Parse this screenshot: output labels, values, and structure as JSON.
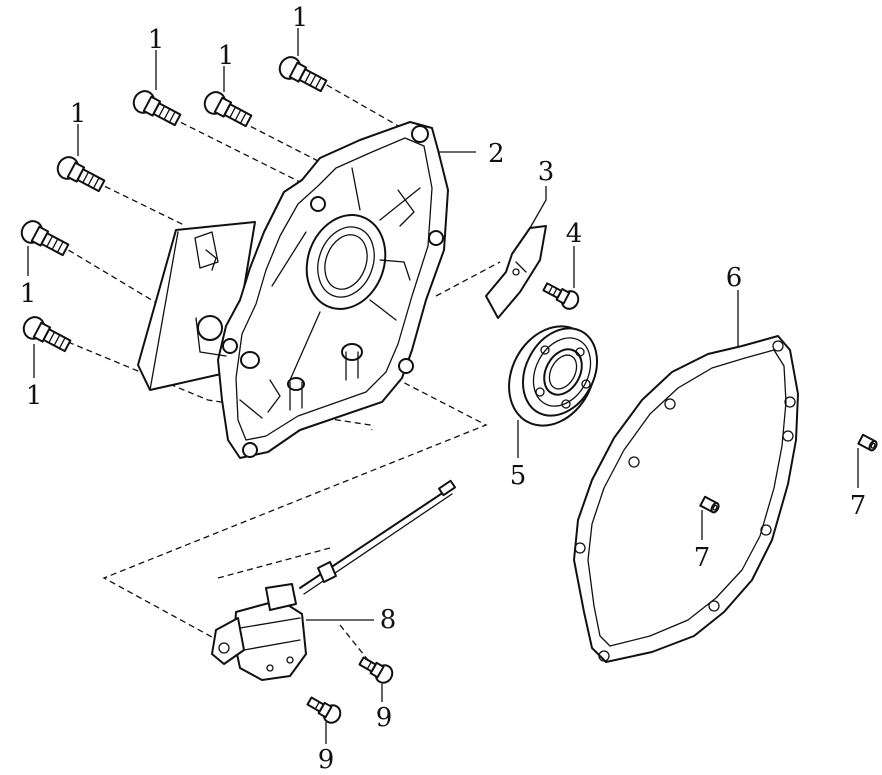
{
  "diagram": {
    "type": "exploded-parts-view",
    "callouts": [
      {
        "id": "c1a",
        "label": "1"
      },
      {
        "id": "c1b",
        "label": "1"
      },
      {
        "id": "c1c",
        "label": "1"
      },
      {
        "id": "c1d",
        "label": "1"
      },
      {
        "id": "c1e",
        "label": "1"
      },
      {
        "id": "c1f",
        "label": "1"
      },
      {
        "id": "c2",
        "label": "2"
      },
      {
        "id": "c3",
        "label": "3"
      },
      {
        "id": "c4",
        "label": "4"
      },
      {
        "id": "c5",
        "label": "5"
      },
      {
        "id": "c6",
        "label": "6"
      },
      {
        "id": "c7a",
        "label": "7"
      },
      {
        "id": "c7b",
        "label": "7"
      },
      {
        "id": "c8",
        "label": "8"
      },
      {
        "id": "c9a",
        "label": "9"
      },
      {
        "id": "c9b",
        "label": "9"
      }
    ],
    "parts": [
      {
        "name": "flange-bolt",
        "icon": "bolt-icon"
      },
      {
        "name": "crankcase-cover",
        "icon": "crankcase-cover-icon"
      },
      {
        "name": "oil-guide-plate",
        "icon": "plate-icon"
      },
      {
        "name": "small-bolt",
        "icon": "bolt-icon"
      },
      {
        "name": "ball-bearing",
        "icon": "bearing-icon"
      },
      {
        "name": "gasket",
        "icon": "gasket-icon"
      },
      {
        "name": "dowel-pin",
        "icon": "pin-icon"
      },
      {
        "name": "oil-level-sensor",
        "icon": "sensor-icon"
      },
      {
        "name": "sensor-bolt",
        "icon": "bolt-icon"
      }
    ]
  }
}
